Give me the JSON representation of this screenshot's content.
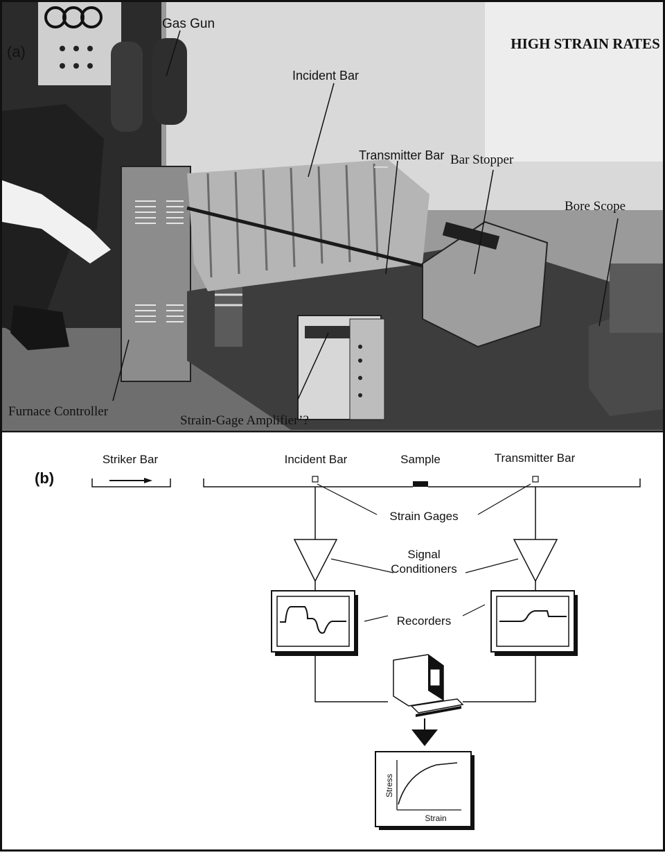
{
  "panel_a": {
    "panel_letter": "(a)",
    "heading": "HIGH STRAIN RATES",
    "labels": {
      "gas_gun": "Gas Gun",
      "incident_bar": "Incident Bar",
      "transmitter_bar": "Transmitter Bar",
      "bar_stopper": "Bar Stopper",
      "bore_scope": "Bore Scope",
      "furnace_controller": "Furnace Controller",
      "strain_gage_amplifier": "Strain-Gage Amplifier’?"
    }
  },
  "panel_b": {
    "panel_letter": "(b)",
    "labels": {
      "striker_bar": "Striker Bar",
      "incident_bar": "Incident Bar",
      "sample": "Sample",
      "transmitter_bar": "Transmitter Bar",
      "strain_gages": "Strain Gages",
      "signal_line1": "Signal",
      "signal_line2": "Conditioners",
      "recorders": "Recorders",
      "plot_y": "Stress",
      "plot_x": "Strain"
    }
  }
}
